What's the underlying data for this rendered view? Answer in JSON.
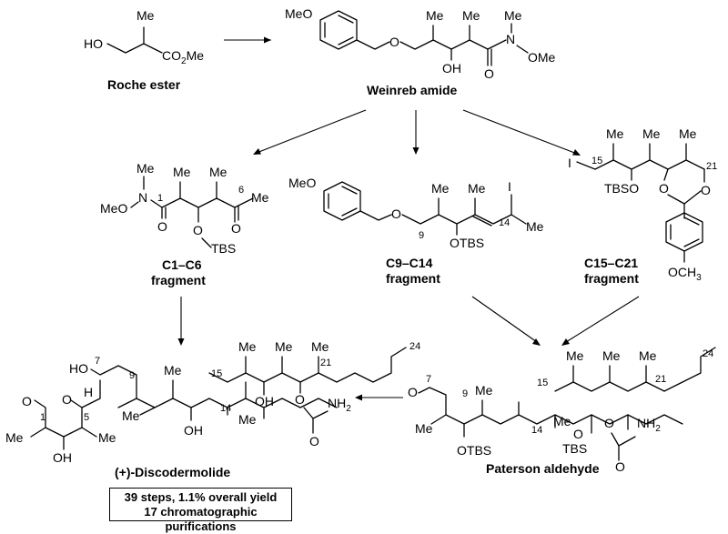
{
  "labels": {
    "roche": "Roche ester",
    "weinreb": "Weinreb amide",
    "c1c6_a": "C1–C6",
    "c1c6_b": "fragment",
    "c9c14_a": "C9–C14",
    "c9c14_b": "fragment",
    "c15c21_a": "C15–C21",
    "c15c21_b": "fragment",
    "product": "(+)-Discodermolide",
    "paterson": "Paterson aldehyde"
  },
  "summary": {
    "line1": "39 steps, 1.1% overall yield",
    "line2": "17 chromatographic purifications"
  },
  "atoms": {
    "me": "Me",
    "ho": "HO",
    "oh": "OH",
    "co2me": "CO",
    "co2me_sub": "2",
    "co2me_tail": "Me",
    "meo": "MeO",
    "o": "O",
    "n": "N",
    "ome": "OMe",
    "otbs": "OTBS",
    "tbso": "TBSO",
    "tbs": "TBS",
    "i": "I",
    "h": "H",
    "nh2": "NH",
    "nh2_sub": "2",
    "och3": "OCH",
    "och3_sub": "3"
  },
  "numbers": [
    "1",
    "6",
    "9",
    "14",
    "15",
    "21",
    "7",
    "5",
    "24"
  ]
}
